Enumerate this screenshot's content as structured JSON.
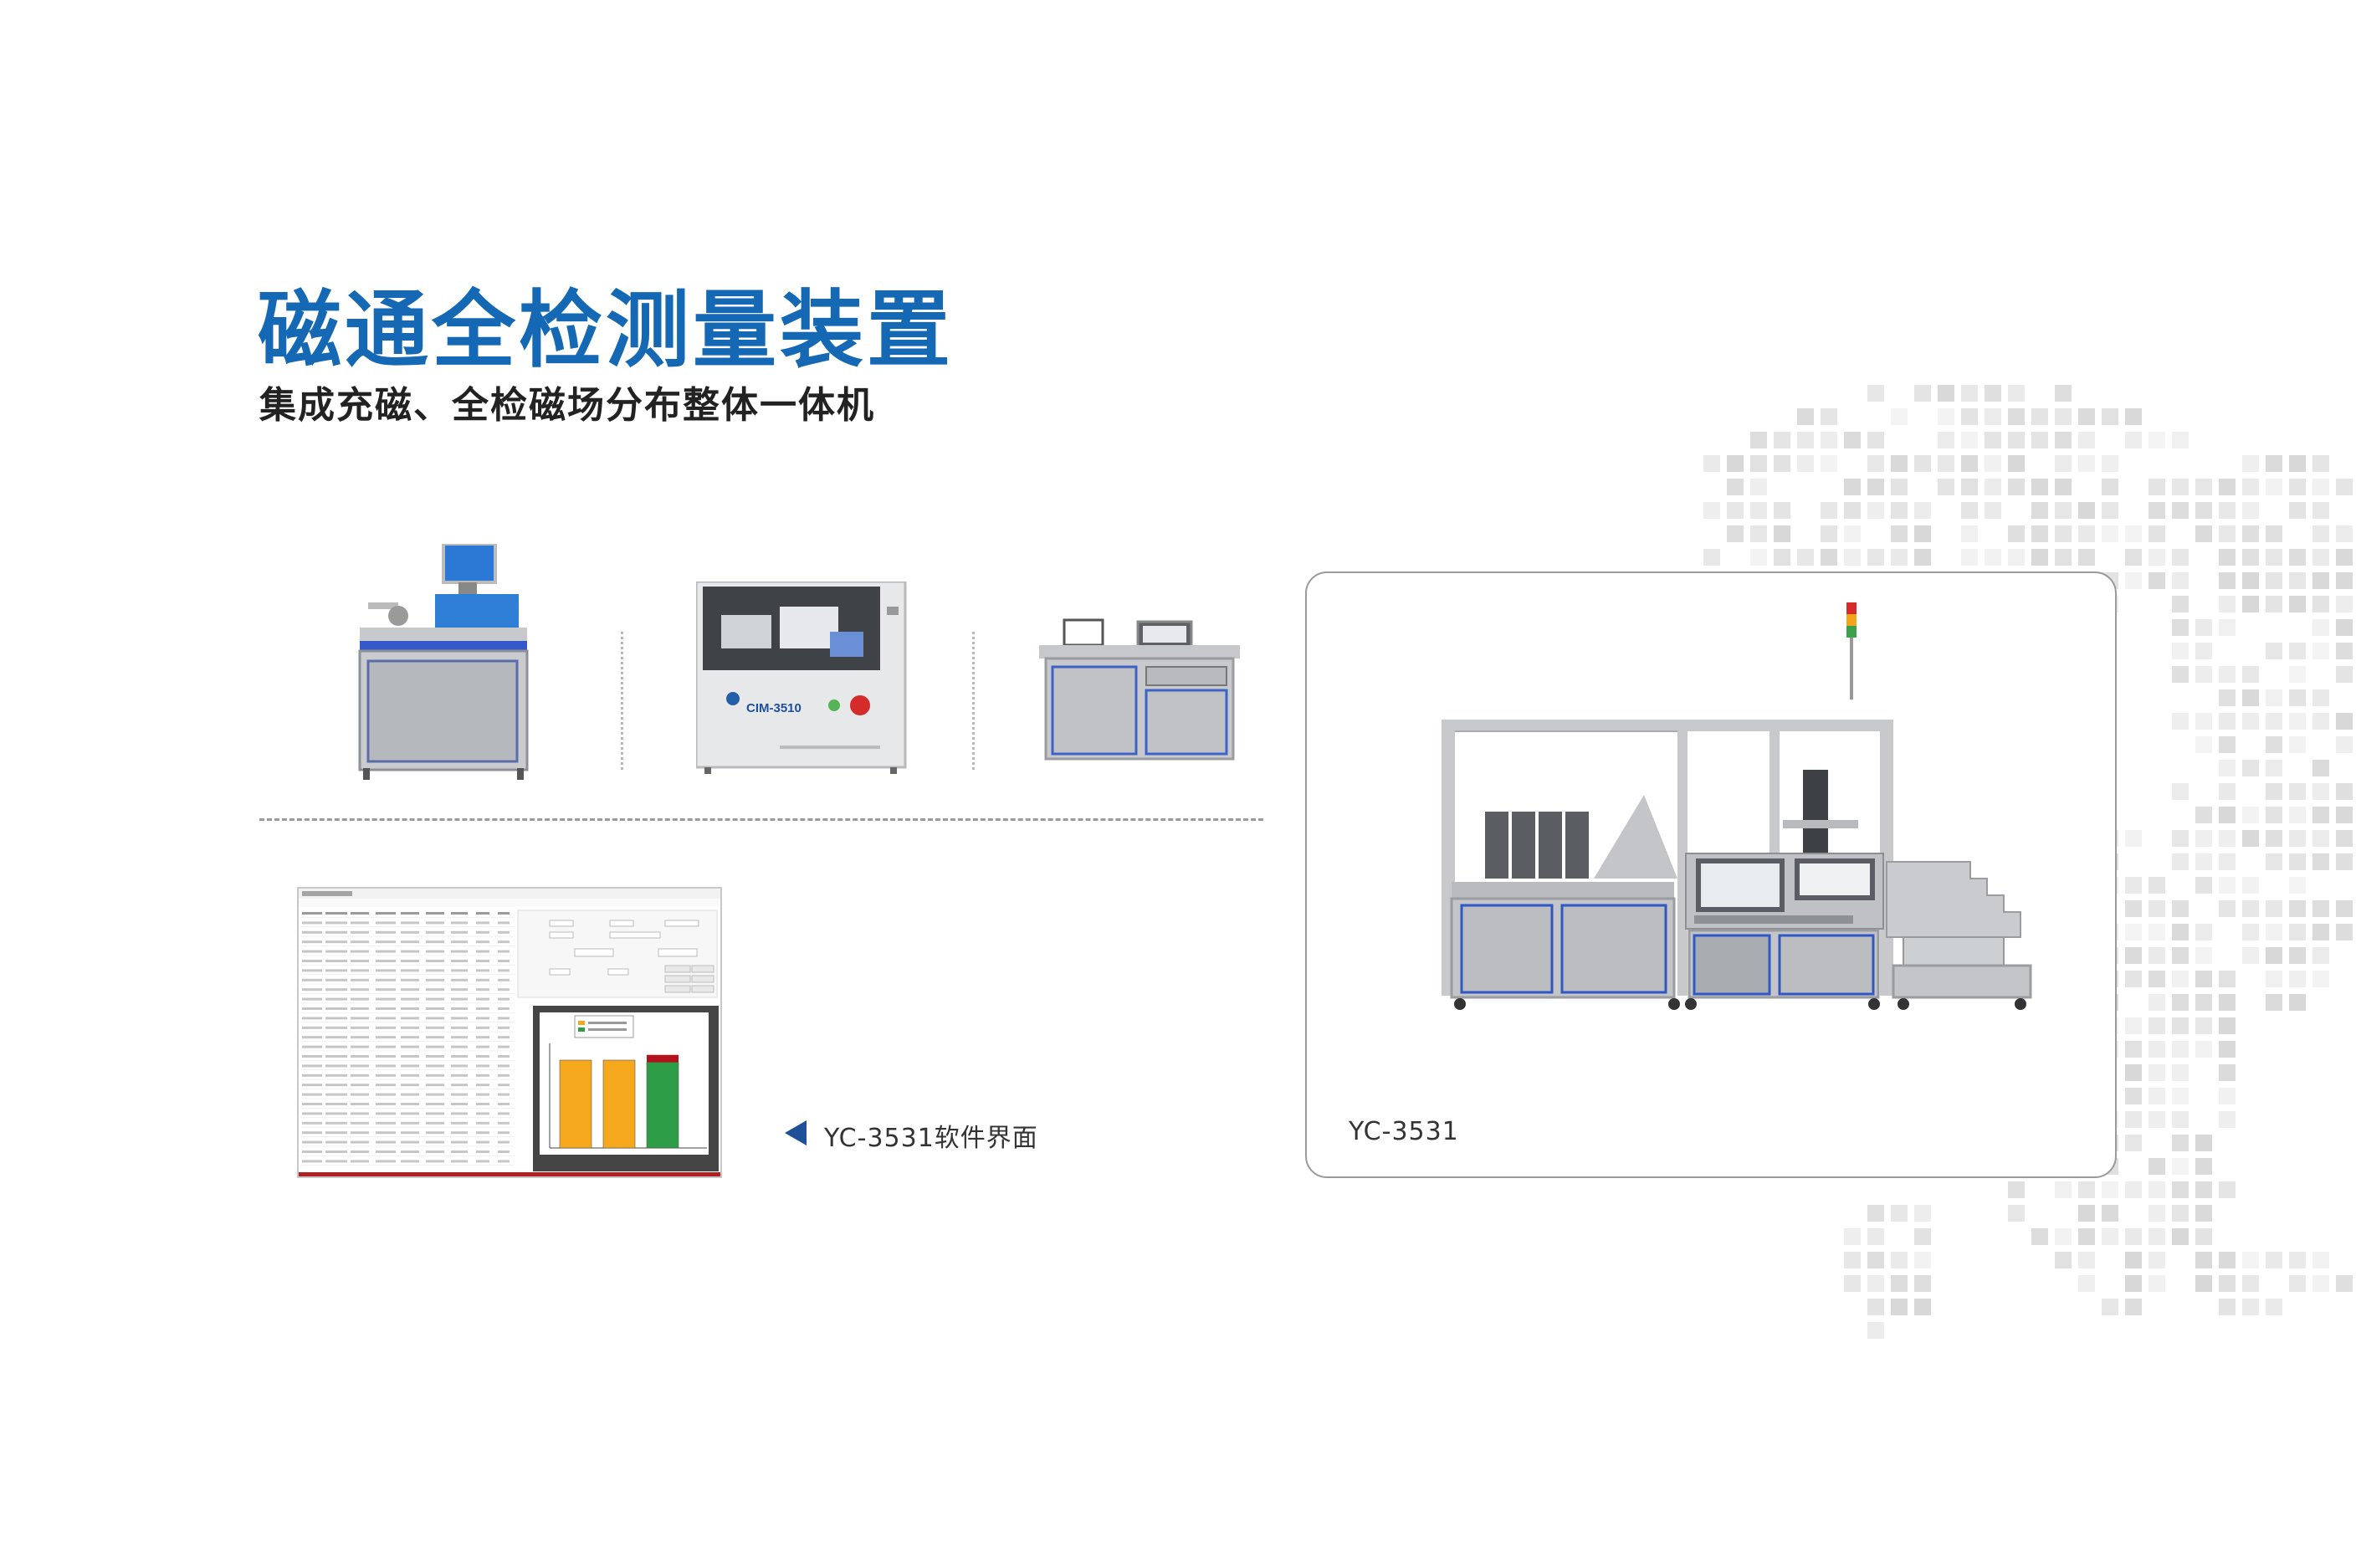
{
  "header": {
    "title": "磁通全检测量装置",
    "subtitle": "集成充磁、全检磁场分布整体一体机"
  },
  "captions": {
    "software": "YC-3531软件界面",
    "machine": "YC-3531"
  },
  "thumbnails": {
    "cim_label": "CIM-3510"
  },
  "colors": {
    "brand_blue": "#1468b4",
    "chart_orange": "#f6a81c",
    "chart_green": "#2e9d48",
    "chart_red": "#b3141c",
    "pixel_gray": "#e4e4e4"
  },
  "chart_data": {
    "type": "bar",
    "values": [
      0.84,
      0.84,
      0.82
    ],
    "overflow": [
      0,
      0,
      0.07
    ],
    "ylim": [
      0,
      1
    ]
  }
}
